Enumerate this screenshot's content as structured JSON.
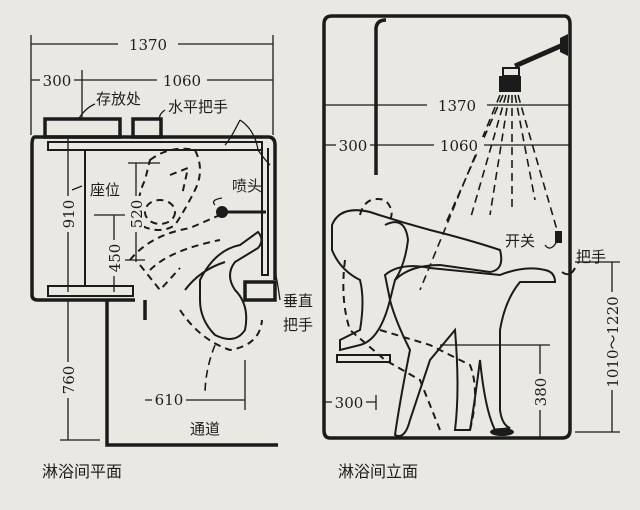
{
  "plan": {
    "caption": "淋浴间平面",
    "dim_total": "1370",
    "dim_left": "300",
    "dim_right": "1060",
    "dim_height": "910",
    "dim_seat": "520",
    "dim_450": "450",
    "dim_corridor": "760",
    "dim_610": "610",
    "label_storage": "存放处",
    "label_hbar": "水平把手",
    "label_seat": "座位",
    "label_shower": "喷头",
    "label_vbar_1": "垂直",
    "label_vbar_2": "把手",
    "label_corridor": "通道"
  },
  "elevation": {
    "caption": "淋浴间立面",
    "dim_total": "1370",
    "dim_left": "300",
    "dim_right": "1060",
    "label_switch": "开关",
    "label_handle": "把手",
    "dim_handle_height": "1010～1220",
    "dim_380": "380",
    "dim_300_bottom": "300"
  }
}
